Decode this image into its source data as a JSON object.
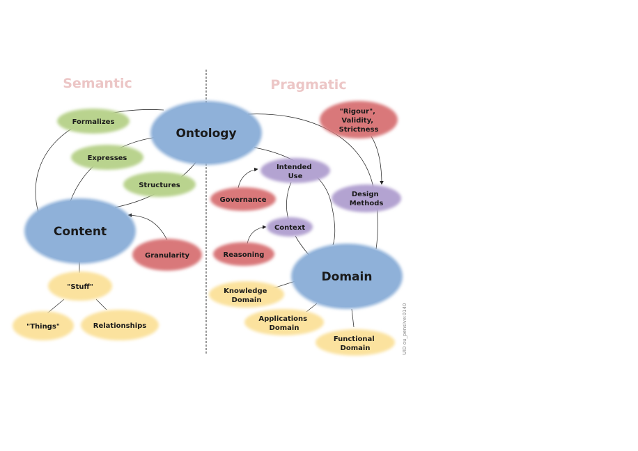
{
  "sections": {
    "left": "Semantic",
    "right": "Pragmatic"
  },
  "nodes": {
    "ontology": "Ontology",
    "content": "Content",
    "domain": "Domain",
    "formalizes": "Formalizes",
    "expresses": "Expresses",
    "structures": "Structures",
    "granularity": "Granularity",
    "stuff": "\"Stuff\"",
    "things": "\"Things\"",
    "relationships": "Relationships",
    "rigour": [
      "\"Rigour\",",
      "Validity,",
      "Strictness"
    ],
    "design_methods": [
      "Design",
      "Methods"
    ],
    "intended_use": [
      "Intended",
      "Use"
    ],
    "governance": "Governance",
    "context": "Context",
    "reasoning": "Reasoning",
    "knowledge_domain": [
      "Knowledge",
      "Domain"
    ],
    "applications_domain": [
      "Applications",
      "Domain"
    ],
    "functional_domain": [
      "Functional",
      "Domain"
    ]
  },
  "credit": "UID ou_pensive:0140",
  "colors": {
    "blue": "#8fb1d9",
    "green": "#b9d38e",
    "red": "#d9787a",
    "purple": "#b3a3d1",
    "yellow": "#fbe29e",
    "section_label": "#ecc6c6",
    "divider": "#333333"
  }
}
